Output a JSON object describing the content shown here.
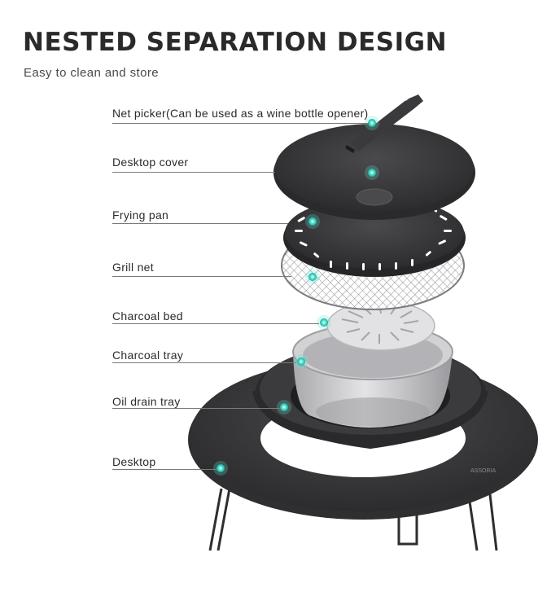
{
  "header": {
    "title": "NESTED SEPARATION DESIGN",
    "subtitle": "Easy to clean and store"
  },
  "parts": [
    {
      "key": "net-picker",
      "label": "Net picker(Can be used as a wine bottle opener)"
    },
    {
      "key": "desktop-cover",
      "label": "Desktop cover"
    },
    {
      "key": "frying-pan",
      "label": "Frying pan"
    },
    {
      "key": "grill-net",
      "label": "Grill net"
    },
    {
      "key": "charcoal-bed",
      "label": "Charcoal bed"
    },
    {
      "key": "charcoal-tray",
      "label": "Charcoal tray"
    },
    {
      "key": "oil-drain-tray",
      "label": "Oil drain tray"
    },
    {
      "key": "desktop",
      "label": "Desktop"
    }
  ],
  "colors": {
    "marker": "#33d6c2",
    "metal_dark": "#3a3a3c",
    "metal_light": "#c9c9cc"
  }
}
